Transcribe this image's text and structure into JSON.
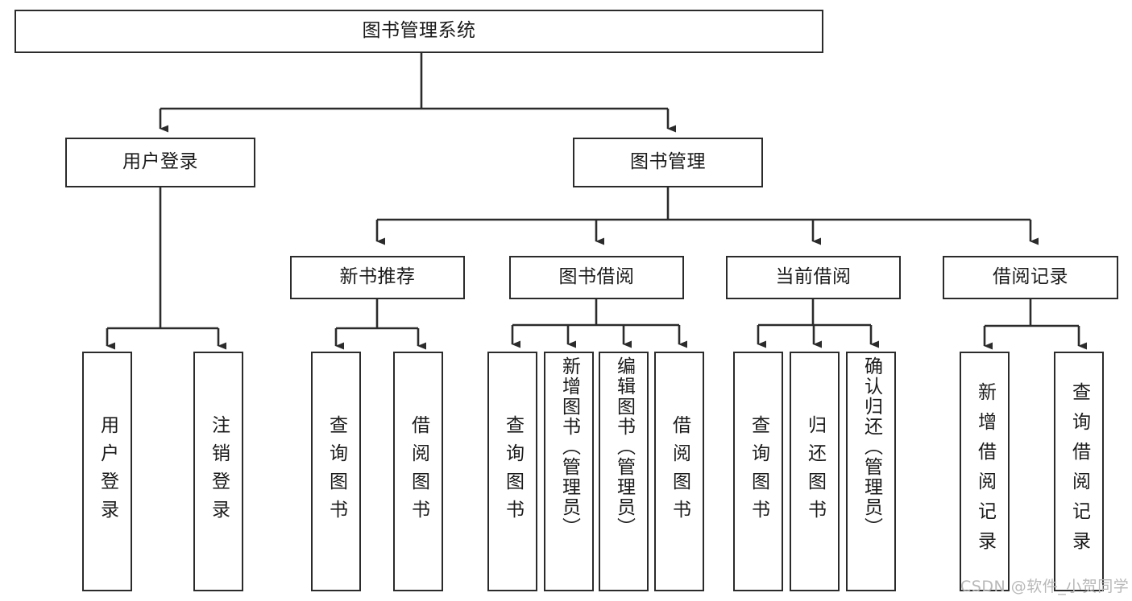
{
  "diagram": {
    "type": "tree-hierarchy",
    "title": "图书管理系统",
    "orientation": "top-down",
    "line_color": "#2b2b2b",
    "box_fill": "#ffffff",
    "text_color": "#1a1a1a",
    "levels": 4,
    "nodes": {
      "root": {
        "label": "图书管理系统"
      },
      "level2": [
        {
          "id": "user-login",
          "label": "用户登录"
        },
        {
          "id": "book-management",
          "label": "图书管理"
        }
      ],
      "level3": [
        {
          "id": "new-book-recommend",
          "label": "新书推荐",
          "parent": "book-management"
        },
        {
          "id": "book-borrow",
          "label": "图书借阅",
          "parent": "book-management"
        },
        {
          "id": "current-borrow",
          "label": "当前借阅",
          "parent": "book-management"
        },
        {
          "id": "borrow-record",
          "label": "借阅记录",
          "parent": "book-management"
        }
      ],
      "leaves": {
        "user-login": [
          {
            "id": "leaf-user-login",
            "label": "用户登录"
          },
          {
            "id": "leaf-logout",
            "label": "注销登录"
          }
        ],
        "new-book-recommend": [
          {
            "id": "leaf-query-book-1",
            "label": "查询图书"
          },
          {
            "id": "leaf-borrow-book-1",
            "label": "借阅图书"
          }
        ],
        "book-borrow": [
          {
            "id": "leaf-query-book-2",
            "label": "查询图书"
          },
          {
            "id": "leaf-add-book",
            "label": "新增图书（管理员）"
          },
          {
            "id": "leaf-edit-book",
            "label": "编辑图书（管理员）"
          },
          {
            "id": "leaf-borrow-book-2",
            "label": "借阅图书"
          }
        ],
        "current-borrow": [
          {
            "id": "leaf-query-book-3",
            "label": "查询图书"
          },
          {
            "id": "leaf-return-book",
            "label": "归还图书"
          },
          {
            "id": "leaf-confirm-return",
            "label": "确认归还（管理员）"
          }
        ],
        "borrow-record": [
          {
            "id": "leaf-add-record",
            "label": "新增借阅记录"
          },
          {
            "id": "leaf-query-record",
            "label": "查询借阅记录"
          }
        ]
      }
    }
  },
  "watermark": {
    "text": "CSDN @软件_小贺同学"
  }
}
